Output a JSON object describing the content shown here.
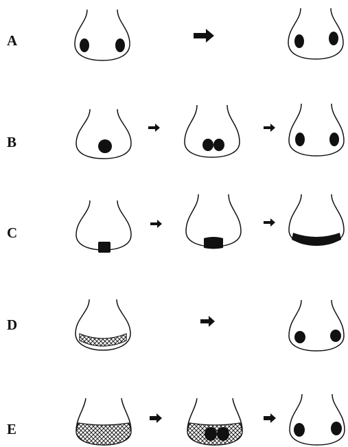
{
  "rows": [
    {
      "label": "A",
      "sequence": [
        "two-spots",
        "arrow",
        "two-spots"
      ]
    },
    {
      "label": "B",
      "sequence": [
        "single-central-spot",
        "arrow",
        "two-adjacent-spots",
        "arrow",
        "two-spots"
      ]
    },
    {
      "label": "C",
      "sequence": [
        "single-central-spot",
        "arrow",
        "central-patch",
        "arrow",
        "band"
      ]
    },
    {
      "label": "D",
      "sequence": [
        "hatched-band",
        "arrow",
        "two-spots"
      ]
    },
    {
      "label": "E",
      "sequence": [
        "hatched-base",
        "arrow",
        "hatched-base-with-two-spots",
        "arrow",
        "two-spots"
      ]
    }
  ],
  "colors": {
    "ink": "#111111",
    "background": "#ffffff"
  }
}
